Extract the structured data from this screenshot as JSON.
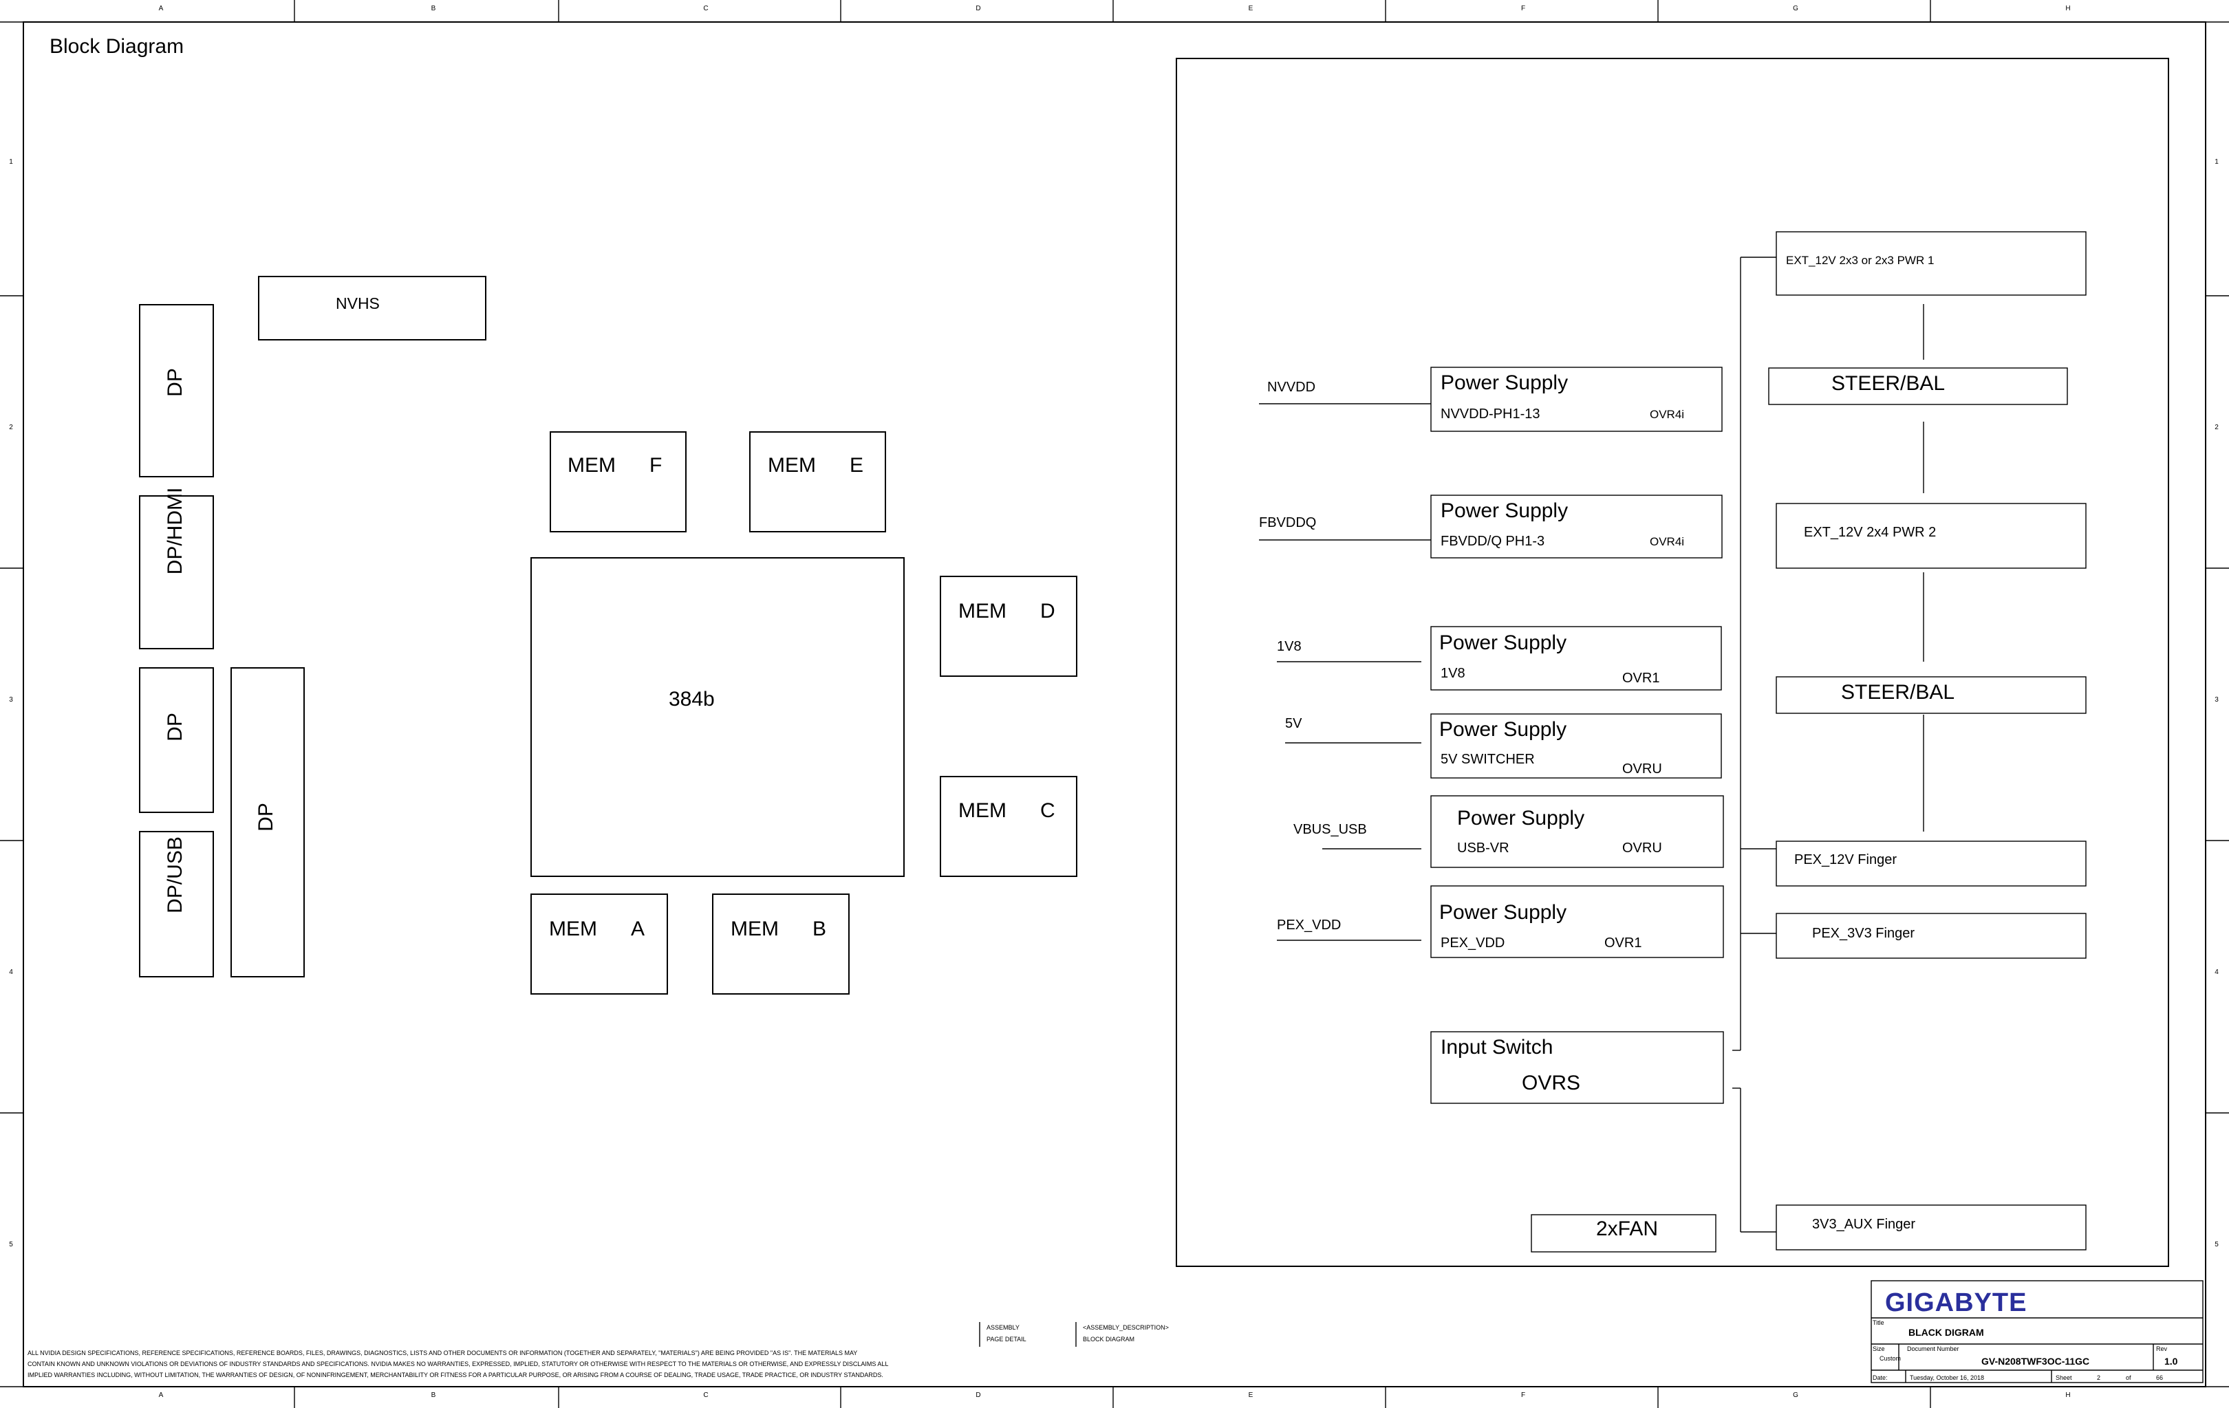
{
  "border": {
    "columns": [
      "A",
      "B",
      "C",
      "D",
      "E",
      "F",
      "G",
      "H"
    ],
    "rows": [
      "1",
      "2",
      "3",
      "4",
      "5"
    ]
  },
  "page_title": "Block Diagram",
  "connectors": {
    "dp1": "DP",
    "dp_hdmi": "DP/HDMI",
    "dp2": "DP",
    "dp_usb": "DP/USB",
    "dp3": "DP"
  },
  "nvhs": "NVHS",
  "gpu": "384b",
  "memory": [
    {
      "label": "MEM",
      "id": "F"
    },
    {
      "label": "MEM",
      "id": "E"
    },
    {
      "label": "MEM",
      "id": "D"
    },
    {
      "label": "MEM",
      "id": "C"
    },
    {
      "label": "MEM",
      "id": "A"
    },
    {
      "label": "MEM",
      "id": "B"
    }
  ],
  "rails": [
    "NVVDD",
    "FBVDDQ",
    "1V8",
    "5V",
    "VBUS_USB",
    "PEX_VDD"
  ],
  "power_supplies": [
    {
      "title": "Power Supply",
      "sub": "NVVDD-PH1-13",
      "part": "OVR4i"
    },
    {
      "title": "Power Supply",
      "sub": "FBVDD/Q PH1-3",
      "part": "OVR4i"
    },
    {
      "title": "Power Supply",
      "sub": "1V8",
      "part": "OVR1"
    },
    {
      "title": "Power Supply",
      "sub": "5V SWITCHER",
      "part": "OVRU"
    },
    {
      "title": "Power Supply",
      "sub": "USB-VR",
      "part": "OVRU"
    },
    {
      "title": "Power Supply",
      "sub": "PEX_VDD",
      "part": "OVR1"
    }
  ],
  "input_switch": {
    "title": "Input Switch",
    "part": "OVRS"
  },
  "fan": "2xFAN",
  "power_inputs": {
    "ext1": "EXT_12V 2x3 or 2x3 PWR 1",
    "steer1": "STEER/BAL",
    "ext2": "EXT_12V 2x4 PWR 2",
    "steer2": "STEER/BAL",
    "pex12": "PEX_12V Finger",
    "pex33": "PEX_3V3 Finger",
    "aux": "3V3_AUX Finger"
  },
  "disclaimer": [
    "ALL NVIDIA DESIGN SPECIFICATIONS, REFERENCE SPECIFICATIONS, REFERENCE BOARDS, FILES, DRAWINGS, DIAGNOSTICS, LISTS AND OTHER DOCUMENTS OR INFORMATION (TOGETHER AND SEPARATELY, \"MATERIALS\") ARE BEING PROVIDED \"AS IS\". THE MATERIALS MAY",
    "CONTAIN KNOWN AND UNKNOWN VIOLATIONS OR DEVIATIONS OF INDUSTRY STANDARDS AND SPECIFICATIONS. NVIDIA MAKES NO WARRANTIES, EXPRESSED, IMPLIED, STATUTORY OR OTHERWISE WITH RESPECT TO THE MATERIALS OR OTHERWISE, AND EXPRESSLY DISCLAIMS ALL",
    "IMPLIED WARRANTIES INCLUDING, WITHOUT LIMITATION, THE WARRANTIES OF DESIGN, OF NONINFRINGEMENT, MERCHANTABILITY OR FITNESS FOR A PARTICULAR PURPOSE, OR ARISING FROM A COURSE OF DEALING, TRADE USAGE, TRADE PRACTICE, OR INDUSTRY STANDARDS."
  ],
  "assembly": {
    "label1": "ASSEMBLY",
    "label2": "PAGE DETAIL",
    "value1": "<ASSEMBLY_DESCRIPTION>",
    "value2": "BLOCK DIAGRAM"
  },
  "title_block": {
    "logo": "GIGABYTE",
    "title_label": "Title",
    "title": "BLACK DIGRAM",
    "size_label": "Size",
    "size": "Custom",
    "doc_label": "Document Number",
    "doc": "GV-N208TWF3OC-11GC",
    "rev_label": "Rev",
    "rev": "1.0",
    "date_label": "Date:",
    "date": "Tuesday, October 16, 2018",
    "sheet_label": "Sheet",
    "sheet": "2",
    "of_label": "of",
    "total": "66"
  }
}
